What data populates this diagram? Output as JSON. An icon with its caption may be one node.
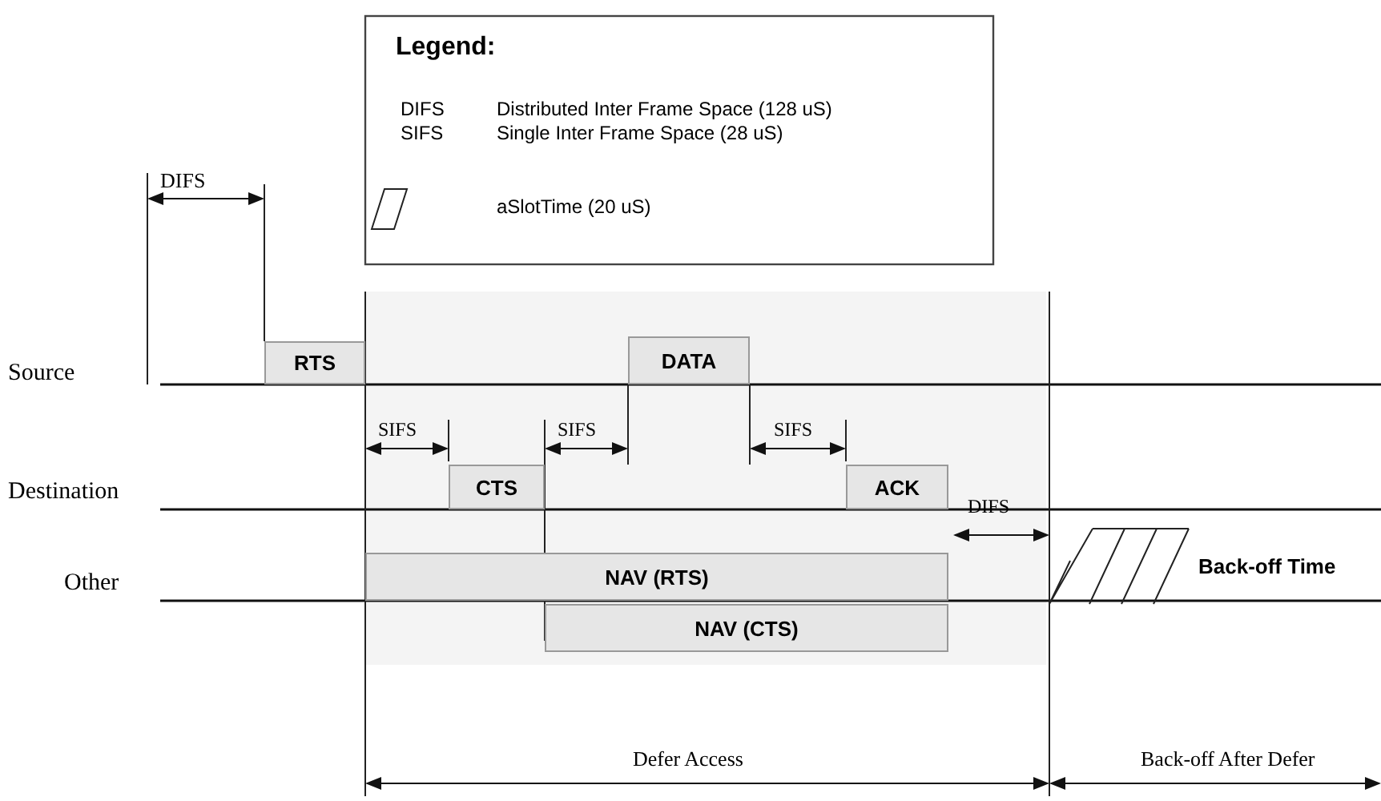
{
  "diagram": {
    "nodes": [
      {
        "text": [
          "RTS"
        ]
      },
      {
        "text": [
          "DATA"
        ]
      },
      {
        "text": [
          "CTS"
        ]
      },
      {
        "text": [
          "ACK"
        ]
      },
      {
        "text": [
          "NAV (RTS)"
        ]
      },
      {
        "text": [
          "NAV (CTS)"
        ]
      }
    ],
    "labels": [
      "Legend:",
      "DIFS",
      "Distributed Inter Frame Space (128 uS)",
      "SIFS",
      "Single Inter Frame Space (28 uS)",
      "DIFS",
      "Source",
      "SIFS",
      "SIFS",
      "SIFS",
      "Destination",
      "DIFS",
      "Back-off Time",
      "Other",
      "Defer Access",
      "Back-off After Defer"
    ],
    "legend": [
      {
        "text": "aSlotTime (20 uS)"
      }
    ]
  }
}
